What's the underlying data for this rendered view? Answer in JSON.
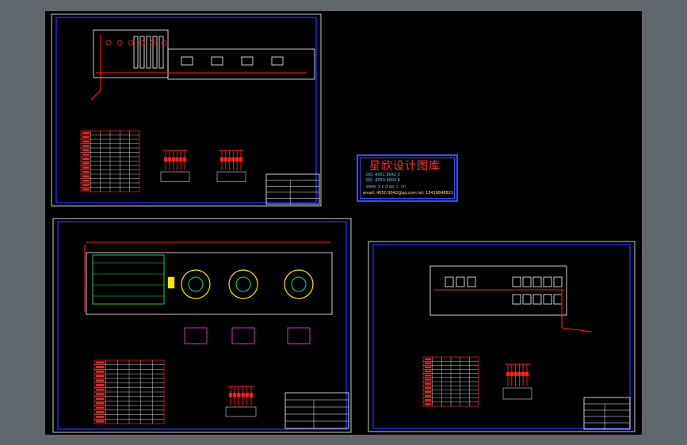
{
  "stamp": {
    "title": "星欣设计图库",
    "line1": "QQ: 4051 9042 5",
    "line2": "QQ: 4050 9000 6",
    "line3": "www. x x d ga. c. cn",
    "line4": "email: 4050 9042@qq.com   tel: 13419848821"
  },
  "colors": {
    "background": "#5f666c",
    "canvas": "#000000",
    "frame": "#1d2bff",
    "pipe": "#ff2020",
    "outline": "#ffffff",
    "floor_plan": "#1ee05c",
    "equipment": "#ffe600",
    "fixture": "#ff40ff"
  }
}
